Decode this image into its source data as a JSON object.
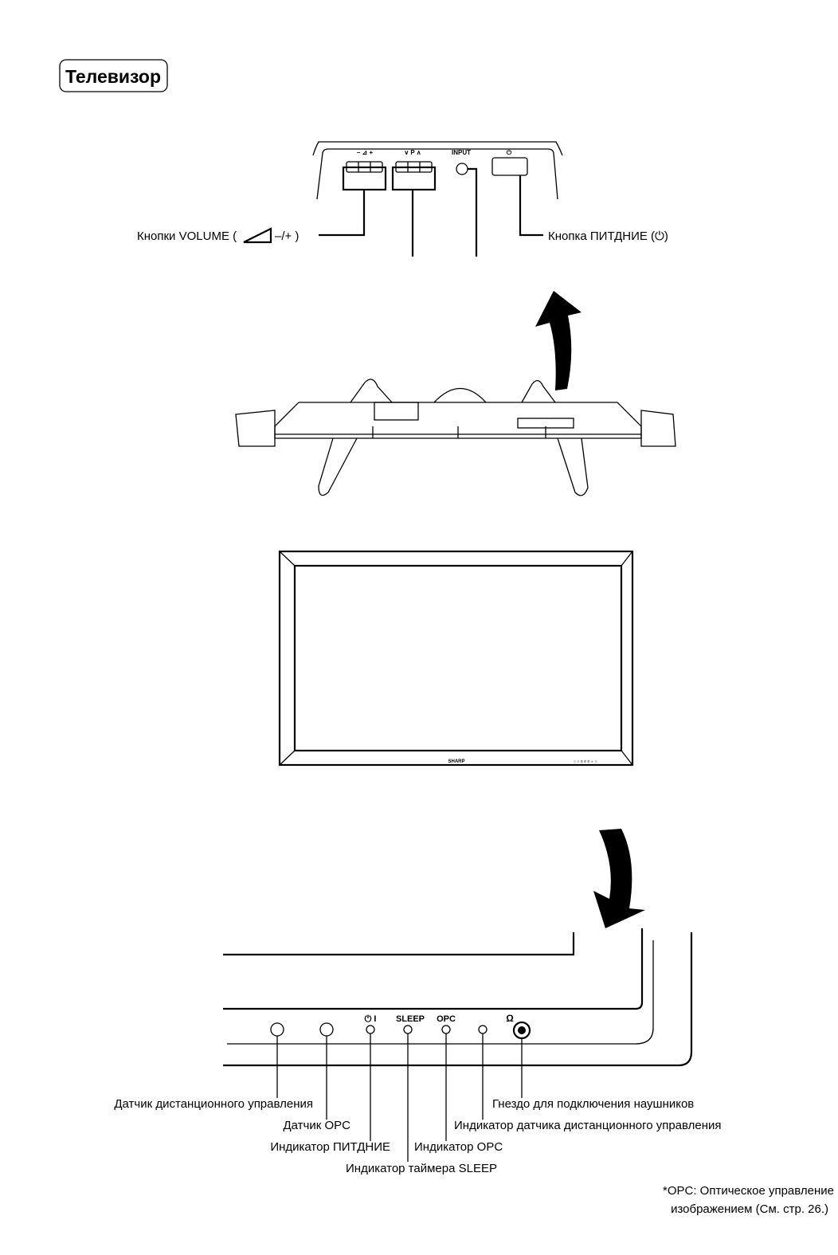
{
  "section_title": "Телевизор",
  "top_panel": {
    "volume_marks": "–  ⊿  +",
    "program_marks": "∨  P  ∧",
    "input_mark": "INPUT",
    "power_mark": "⏻",
    "volume_label": "Кнопки VOLUME (",
    "volume_label_suffix": "–/+ )",
    "power_label": "Кнопка ПИТДНИЕ (⏻)"
  },
  "front": {
    "brand": "SHARP",
    "indicators": {
      "power": "⏻ I",
      "sleep": "SLEEP",
      "opc": "OPC",
      "headphone": "Ω"
    },
    "callouts": {
      "remote_sensor": "Датчик дистанционного управления",
      "opc_sensor": "Датчик OPC",
      "power_indicator": "Индикатор ПИТДНИЕ",
      "sleep_indicator": "Индикатор таймера SLEEP",
      "opc_indicator": "Индикатор OPC",
      "remote_indicator": "Индикатор датчика дистанционного управления",
      "headphone_jack": "Гнездо для подключения наушников"
    }
  },
  "footnote": {
    "line1": "*OPC: Оптическое управление",
    "line2": "изображением (См. стр. 26.)"
  }
}
